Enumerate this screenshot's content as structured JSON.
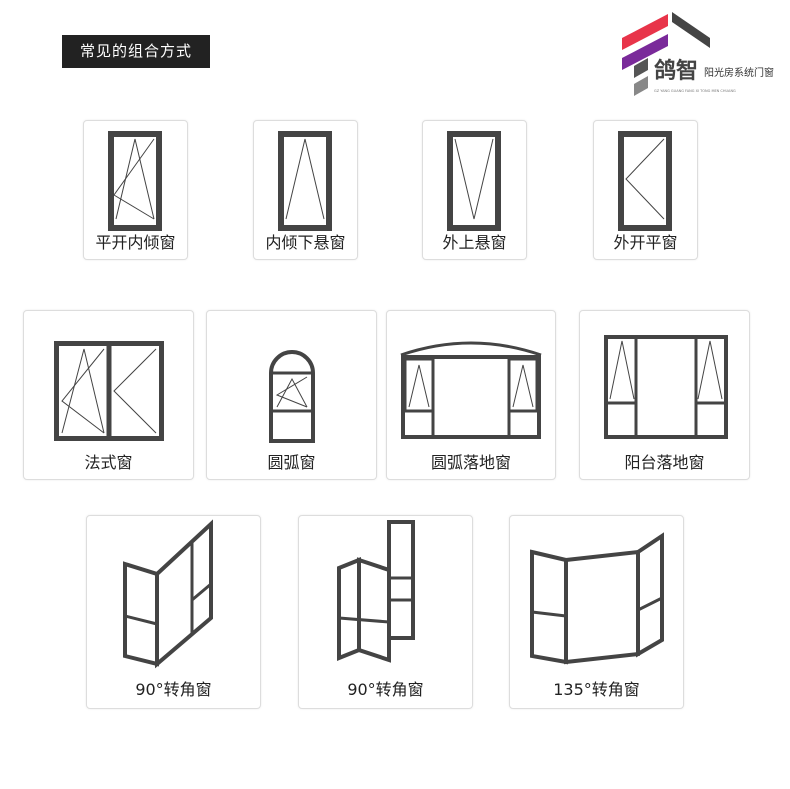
{
  "header": {
    "title": "常见的组合方式"
  },
  "logo": {
    "brand": "鸽智",
    "tagline": "阳光房系统门窗",
    "pinyin": "GZ YANG GUANG FANG XI TONG MEN CHUANG",
    "colors": [
      "#e8344a",
      "#7a2a9a",
      "#444444"
    ]
  },
  "windows": [
    {
      "label": "平开内倾窗"
    },
    {
      "label": "内倾下悬窗"
    },
    {
      "label": "外上悬窗"
    },
    {
      "label": "外开平窗"
    },
    {
      "label": "法式窗"
    },
    {
      "label": "圆弧窗"
    },
    {
      "label": "圆弧落地窗"
    },
    {
      "label": "阳台落地窗"
    },
    {
      "label": "90°转角窗"
    },
    {
      "label": "90°转角窗"
    },
    {
      "label": "135°转角窗"
    }
  ]
}
